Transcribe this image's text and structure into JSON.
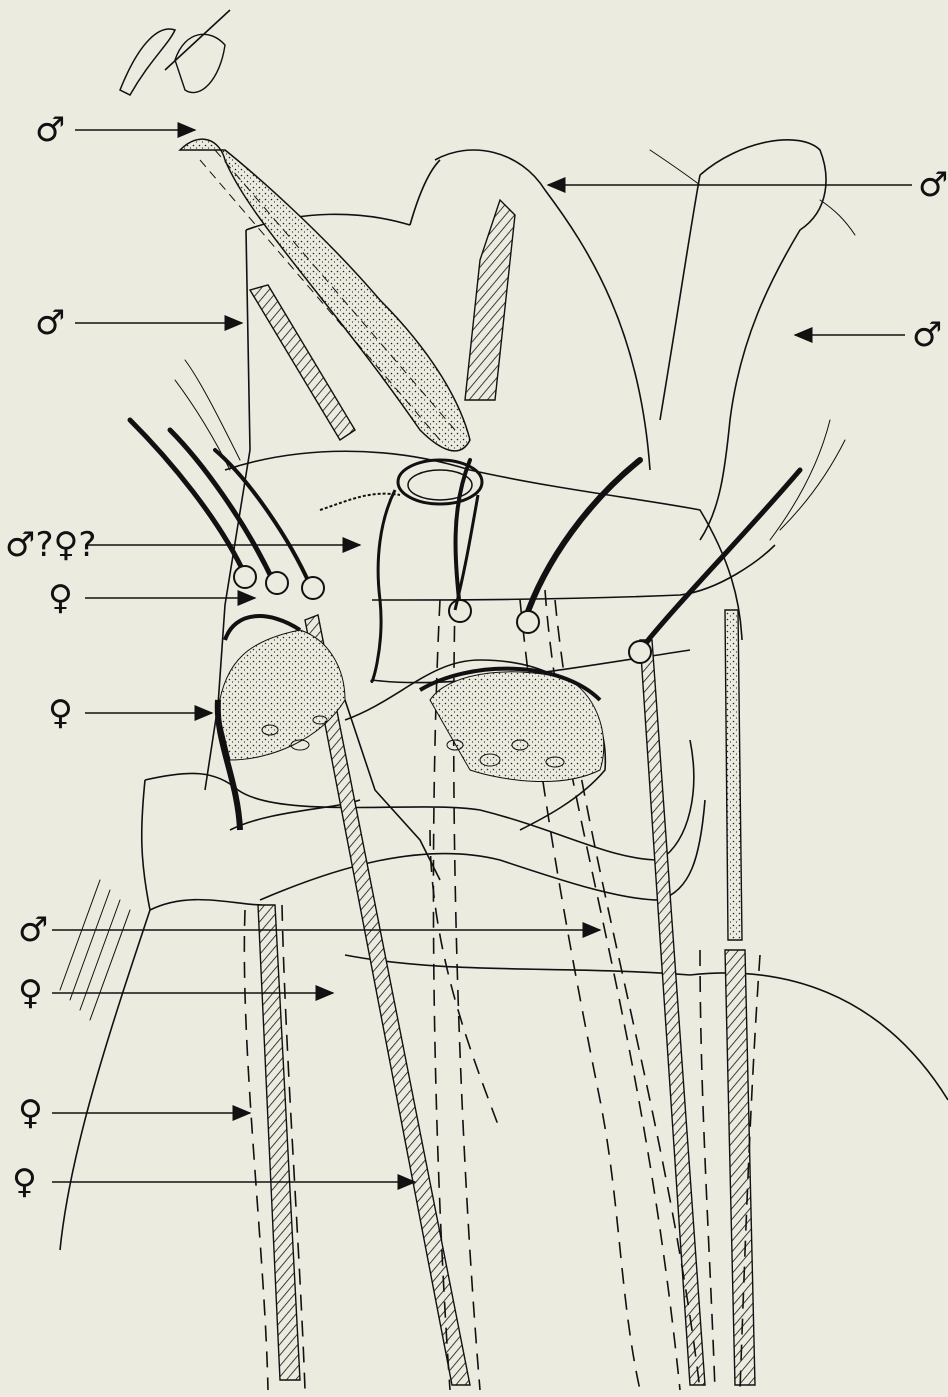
{
  "figure": {
    "background": "#ecebe0",
    "ink": "#111111",
    "labels": [
      {
        "id": "male-1",
        "text": "♂"
      },
      {
        "id": "male-2",
        "text": "♂"
      },
      {
        "id": "male-3",
        "text": "♂"
      },
      {
        "id": "male-4",
        "text": "♂"
      },
      {
        "id": "male-female-uncertain",
        "text": "♂?♀?"
      },
      {
        "id": "female-1",
        "text": "♀"
      },
      {
        "id": "female-2",
        "text": "♀"
      },
      {
        "id": "male-5",
        "text": "♂"
      },
      {
        "id": "female-3",
        "text": "♀"
      },
      {
        "id": "female-4",
        "text": "♀"
      },
      {
        "id": "female-5",
        "text": "♀"
      }
    ]
  }
}
